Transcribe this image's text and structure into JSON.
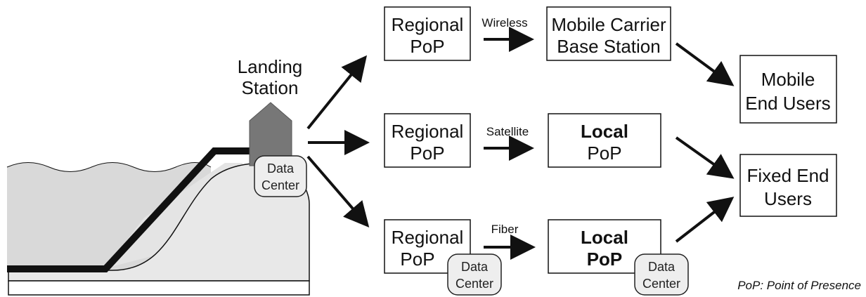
{
  "landing_station": {
    "line1": "Landing",
    "line2": "Station"
  },
  "data_center": {
    "line1": "Data",
    "line2": "Center"
  },
  "nodes": {
    "regional_pop_top": {
      "line1": "Regional",
      "line2": "PoP"
    },
    "regional_pop_mid": {
      "line1": "Regional",
      "line2": "PoP"
    },
    "regional_pop_bot": {
      "line1": "Regional",
      "line2": "PoP"
    },
    "mobile_carrier": {
      "line1": "Mobile Carrier",
      "line2": "Base Station"
    },
    "local_pop_mid": {
      "line1": "Local",
      "line2": "PoP"
    },
    "local_pop_bot": {
      "line1": "Local",
      "line2": "PoP"
    },
    "mobile_end_users": {
      "line1": "Mobile",
      "line2": "End Users"
    },
    "fixed_end_users": {
      "line1": "Fixed End",
      "line2": "Users"
    }
  },
  "links": {
    "wireless": "Wireless",
    "satellite": "Satellite",
    "fiber": "Fiber"
  },
  "legend": "PoP: Point of Presence",
  "colors": {
    "line": "#111111",
    "building": "#777777",
    "land": "#e4e4e4",
    "sea": "#d9d9d9",
    "badge": "#eeeeee",
    "cable": "#111111"
  }
}
